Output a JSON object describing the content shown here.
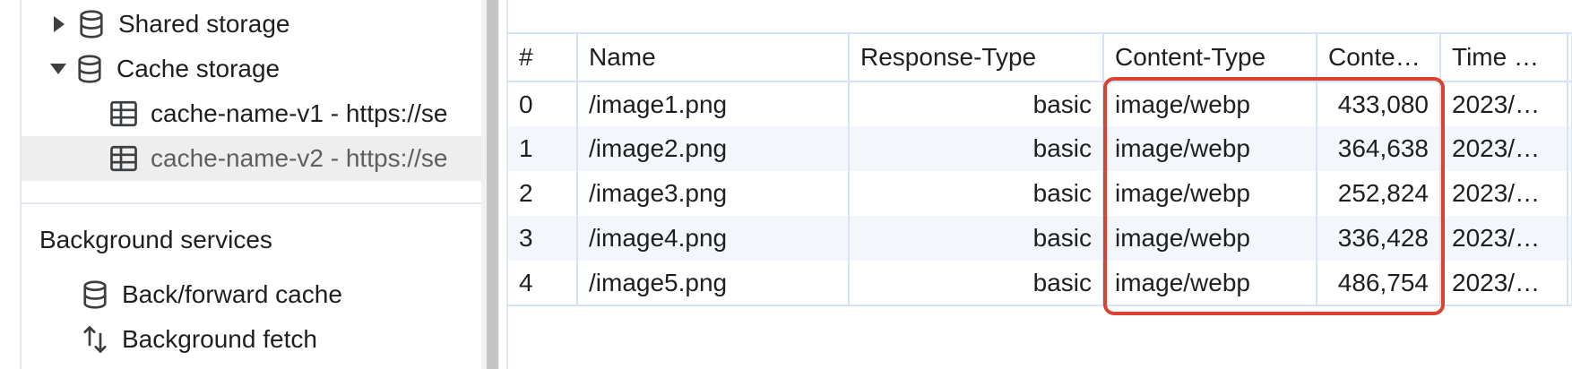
{
  "sidebar": {
    "shared_storage_label": "Shared storage",
    "cache_storage_label": "Cache storage",
    "cache_entries": [
      {
        "label": "cache-name-v1 - https://se"
      },
      {
        "label": "cache-name-v2 - https://se"
      }
    ],
    "background_services_header": "Background services",
    "bg_items": [
      {
        "label": "Back/forward cache"
      },
      {
        "label": "Background fetch"
      }
    ]
  },
  "table": {
    "columns": [
      "#",
      "Name",
      "Response-Type",
      "Content-Type",
      "Conte…",
      "Time …"
    ],
    "rows": [
      {
        "num": "0",
        "name": "/image1.png",
        "response_type": "basic",
        "content_type": "image/webp",
        "content_length": "433,080",
        "time": "2023/…"
      },
      {
        "num": "1",
        "name": "/image2.png",
        "response_type": "basic",
        "content_type": "image/webp",
        "content_length": "364,638",
        "time": "2023/…"
      },
      {
        "num": "2",
        "name": "/image3.png",
        "response_type": "basic",
        "content_type": "image/webp",
        "content_length": "252,824",
        "time": "2023/…"
      },
      {
        "num": "3",
        "name": "/image4.png",
        "response_type": "basic",
        "content_type": "image/webp",
        "content_length": "336,428",
        "time": "2023/…"
      },
      {
        "num": "4",
        "name": "/image5.png",
        "response_type": "basic",
        "content_type": "image/webp",
        "content_length": "486,754",
        "time": "2023/…"
      }
    ]
  },
  "colors": {
    "highlight": "#d9432f",
    "grid_line": "#d6e2f5",
    "alt_row": "#f3f6fb",
    "selected_row": "#eeeeee"
  },
  "icons": {
    "database": "database-icon",
    "table": "table-icon",
    "background_fetch": "up-down-arrows-icon"
  }
}
